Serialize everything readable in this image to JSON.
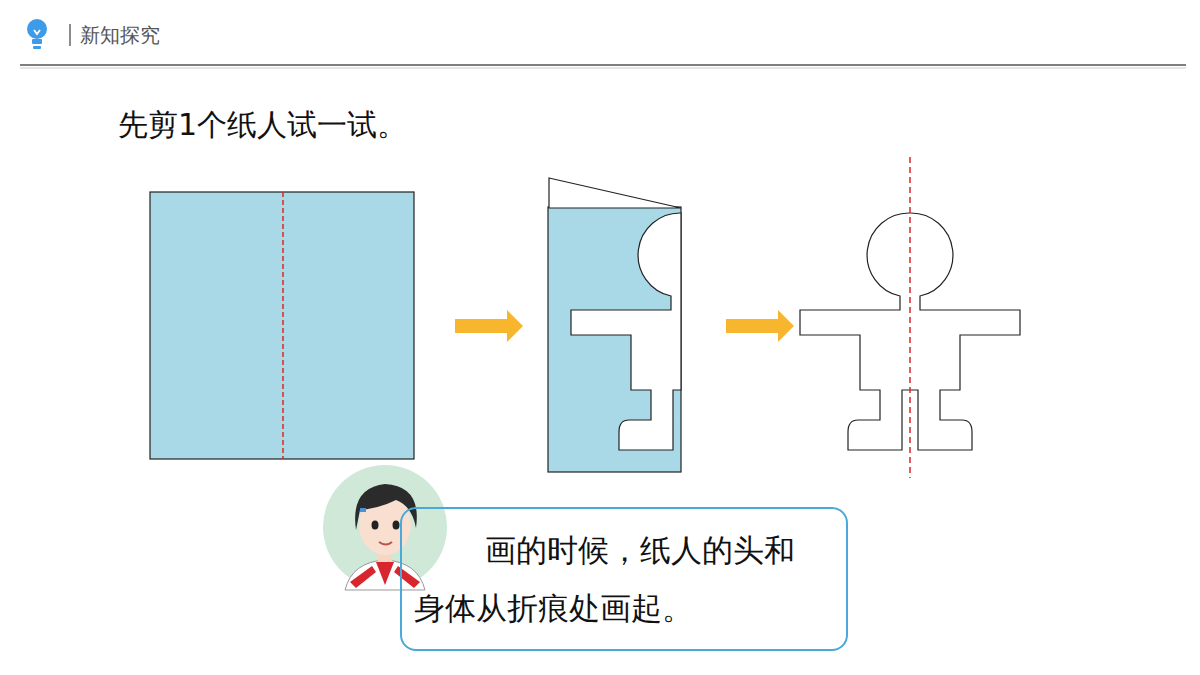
{
  "diagram": {
    "title": "新知探究",
    "nodes": [
      {
        "text": [
          "画的时候，纸人的头和身体从折痕处画起。"
        ]
      }
    ],
    "labels": [
      "先剪1个纸人试一试。"
    ]
  }
}
